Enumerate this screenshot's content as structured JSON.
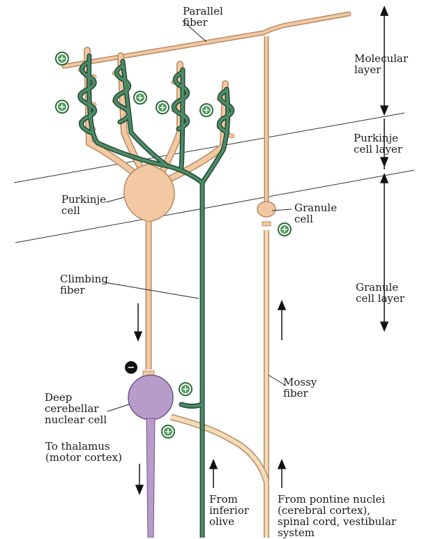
{
  "labels": {
    "parallel_fiber": [
      "Parallel",
      "fiber"
    ],
    "molecular_layer": [
      "Molecular",
      "layer"
    ],
    "purkinje_cell_layer": [
      "Purkinje",
      "cell layer"
    ],
    "granule_cell_layer": [
      "Granule",
      "cell layer"
    ],
    "purkinje_cell": [
      "Purkinje",
      "cell"
    ],
    "granule_cell": [
      "Granule",
      "cell"
    ],
    "climbing_fiber": [
      "Climbing",
      "fiber"
    ],
    "mossy_fiber": [
      "Mossy",
      "fiber"
    ],
    "deep_nuclear_cell": [
      "Deep",
      "cerebellar",
      "nuclear cell"
    ],
    "to_thalamus": [
      "To thalamus",
      "(motor cortex)"
    ],
    "from_inferior_olive": [
      "From",
      "inferior",
      "olive"
    ],
    "from_pontine": [
      "From pontine nuclei",
      "(cerebral cortex),",
      "spinal cord, vestibular",
      "system"
    ]
  },
  "synapse_signs": {
    "excitatory": "+",
    "inhibitory": "−"
  },
  "colors": {
    "purkinje": "#f2c9a2",
    "purkinje_outline": "#b58a66",
    "climbing": "#4f8a68",
    "climbing_outline": "#1f4a33",
    "deep_nuclear": "#b79bc9",
    "deep_nuclear_outline": "#6f5585",
    "mossy": "#f4dcb6",
    "excitatory_fill": "#4f9a5a"
  }
}
